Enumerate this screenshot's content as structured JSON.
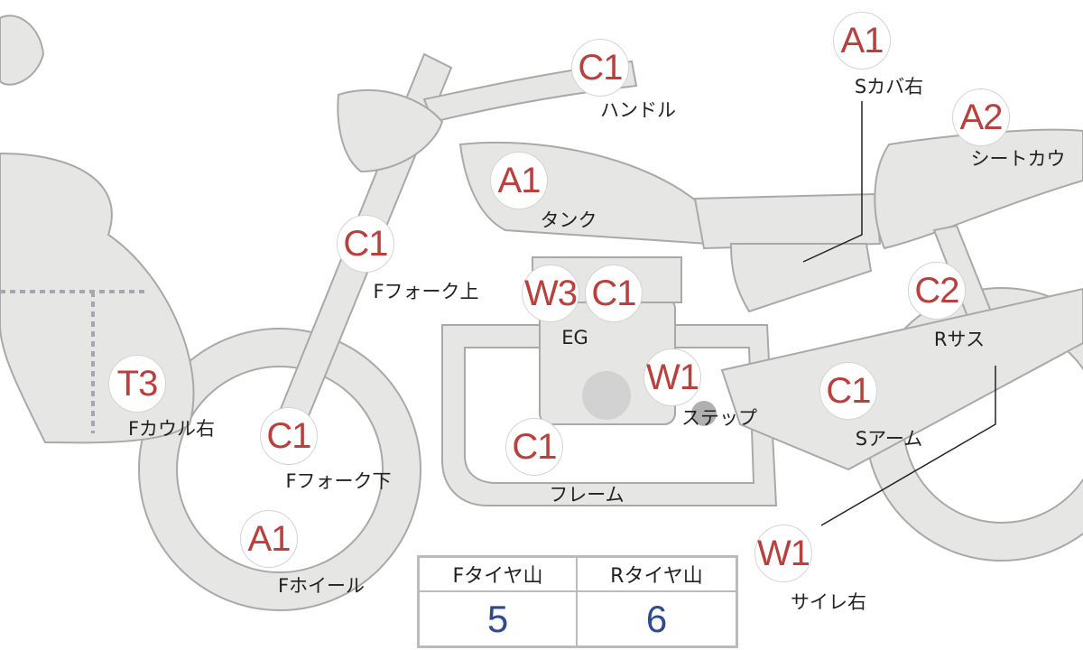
{
  "parts": [
    {
      "code": "C1",
      "label": "ハンドル"
    },
    {
      "code": "A1",
      "label": "Sカバ右"
    },
    {
      "code": "A2",
      "label": "シートカウ"
    },
    {
      "code": "A1",
      "label": "タンク"
    },
    {
      "code": "C1",
      "label": "Fフォーク上"
    },
    {
      "code": "W3",
      "label": "EG"
    },
    {
      "code": "C1",
      "label": ""
    },
    {
      "code": "C2",
      "label": "Rサス"
    },
    {
      "code": "W1",
      "label": "ステップ"
    },
    {
      "code": "T3",
      "label": "Fカウル右"
    },
    {
      "code": "C1",
      "label": "Sアーム"
    },
    {
      "code": "C1",
      "label": "Fフォーク下"
    },
    {
      "code": "C1",
      "label": "フレーム"
    },
    {
      "code": "A1",
      "label": "Fホイール"
    },
    {
      "code": "W1",
      "label": "サイレ右"
    }
  ],
  "tire_table": {
    "headers": [
      "Fタイヤ山",
      "Rタイヤ山"
    ],
    "values": [
      "5",
      "6"
    ]
  },
  "colors": {
    "code": "#b9403d",
    "value": "#2f4a8f",
    "part_fill": "#e6e6e4"
  }
}
